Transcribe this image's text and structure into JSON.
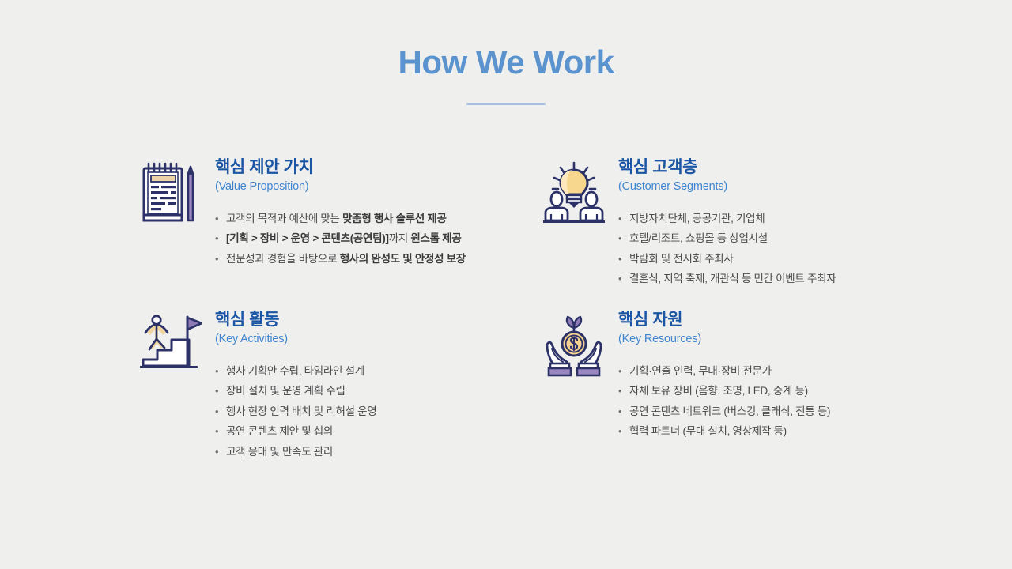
{
  "header": {
    "title": "How We Work"
  },
  "cards": [
    {
      "icon": "notepad-pencil-icon",
      "title": "핵심 제안 가치",
      "subtitle": "(Value Proposition)",
      "bullets": [
        "고객의 목적과 예산에 맞는 맞춤형 행사 솔루션 제공",
        "[기획 > 장비 > 운영 > 콘텐츠(공연팀)]까지 원스톱 제공",
        "전문성과 경험을 바탕으로 행사의 완성도 및 안정성 보장"
      ],
      "bullets_html": [
        "고객의 목적과 예산에 맞는 <b>맞춤형 행사 솔루션 제공</b>",
        "<b>[기획 &gt; 장비 &gt; 운영 &gt; 콘텐츠(공연팀)]</b>까지 <b>원스톱 제공</b>",
        "전문성과 경험을 바탕으로 <b>행사의 완성도 및 안정성 보장</b>"
      ]
    },
    {
      "icon": "lightbulb-people-icon",
      "title": "핵심 고객층",
      "subtitle": "(Customer Segments)",
      "bullets": [
        "지방자치단체, 공공기관, 기업체",
        "호텔/리조트, 쇼핑몰 등 상업시설",
        "박람회 및 전시회 주최사",
        "결혼식, 지역 축제, 개관식 등 민간 이벤트 주최자"
      ],
      "bullets_html": [
        "지방자치단체, 공공기관, 기업체",
        "호텔/리조트, 쇼핑몰 등 상업시설",
        "박람회 및 전시회 주최사",
        "결혼식, 지역 축제, 개관식 등 민간 이벤트 주최자"
      ]
    },
    {
      "icon": "stairs-flag-icon",
      "title": "핵심 활동",
      "subtitle": "(Key Activities)",
      "bullets": [
        "행사 기획안 수립, 타임라인 설계",
        "장비 설치 및 운영 계획 수립",
        "행사 현장 인력 배치 및 리허설 운영",
        "공연 콘텐츠 제안 및 섭외",
        "고객 응대 및 만족도 관리"
      ],
      "bullets_html": [
        "행사 기획안 수립, 타임라인 설계",
        "장비 설치 및 운영 계획 수립",
        "행사 현장 인력 배치 및 리허설 운영",
        "공연 콘텐츠 제안 및 섭외",
        "고객 응대 및 만족도 관리"
      ]
    },
    {
      "icon": "hands-coin-icon",
      "title": "핵심 자원",
      "subtitle": "(Key Resources)",
      "bullets": [
        "기획·연출 인력, 무대·장비 전문가",
        "자체 보유 장비 (음향, 조명, LED, 중계 등)",
        "공연 콘텐츠 네트워크 (버스킹, 클래식, 전통 등)",
        "협력 파트너 (무대 설치, 영상제작 등)"
      ],
      "bullets_html": [
        "기획·연출 인력, 무대·장비 전문가",
        "자체 보유 장비 (음향, 조명, LED, 중계 등)",
        "공연 콘텐츠 네트워크 (버스킹, 클래식, 전통 등)",
        "협력 파트너 (무대 설치, 영상제작 등)"
      ]
    }
  ],
  "colors": {
    "background": "#efefee",
    "title_blue": "#5b93ce",
    "rule_blue": "#a6c0da",
    "card_title_navy": "#1b56a4",
    "card_subtitle_blue": "#3f85cf",
    "bullet_text": "#4a4a4a",
    "icon_navy": "#2c3268",
    "icon_purple": "#8e7bb5",
    "icon_gold": "#f5d38f",
    "icon_tan": "#ecd3a8"
  }
}
